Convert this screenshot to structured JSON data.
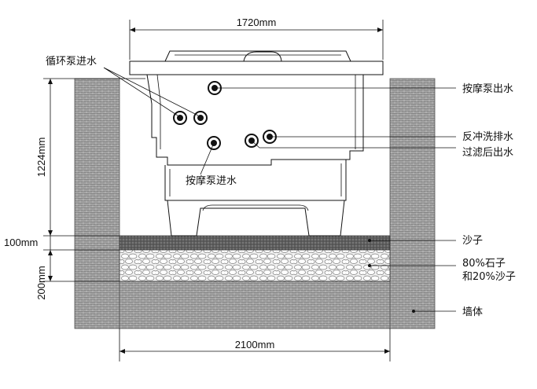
{
  "dimensions": {
    "top_width": "1720mm",
    "bottom_width": "2100mm",
    "height": "1224mm",
    "sand_layer": "100mm",
    "gravel_layer": "200mm"
  },
  "labels": {
    "circulation_pump_inlet": "循环泵进水",
    "massage_pump_outlet": "按摩泵出水",
    "backwash_drain": "反冲洗排水",
    "filtered_outlet": "过滤后出水",
    "massage_pump_inlet": "按摩泵进水",
    "sand": "沙子",
    "gravel_mix_line1": "80%石子",
    "gravel_mix_line2": "和20%沙子",
    "wall": "墙体"
  },
  "colors": {
    "wall_fill": "#9a9a9a",
    "sand_fill": "#6b6b6b",
    "gravel_fill": "#e8e8e8",
    "line": "#111111"
  }
}
